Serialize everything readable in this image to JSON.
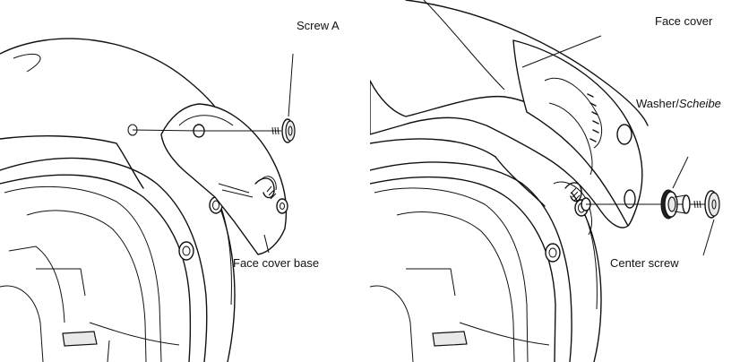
{
  "figure": {
    "left_panel": {
      "labels": {
        "screw_a": "Screw A",
        "face_cover_base": "Face cover base"
      }
    },
    "right_panel": {
      "labels": {
        "face_cover": "Face cover",
        "washer": "Washer/",
        "washer_italic": "Scheibe",
        "center_screw": "Center screw"
      }
    }
  }
}
